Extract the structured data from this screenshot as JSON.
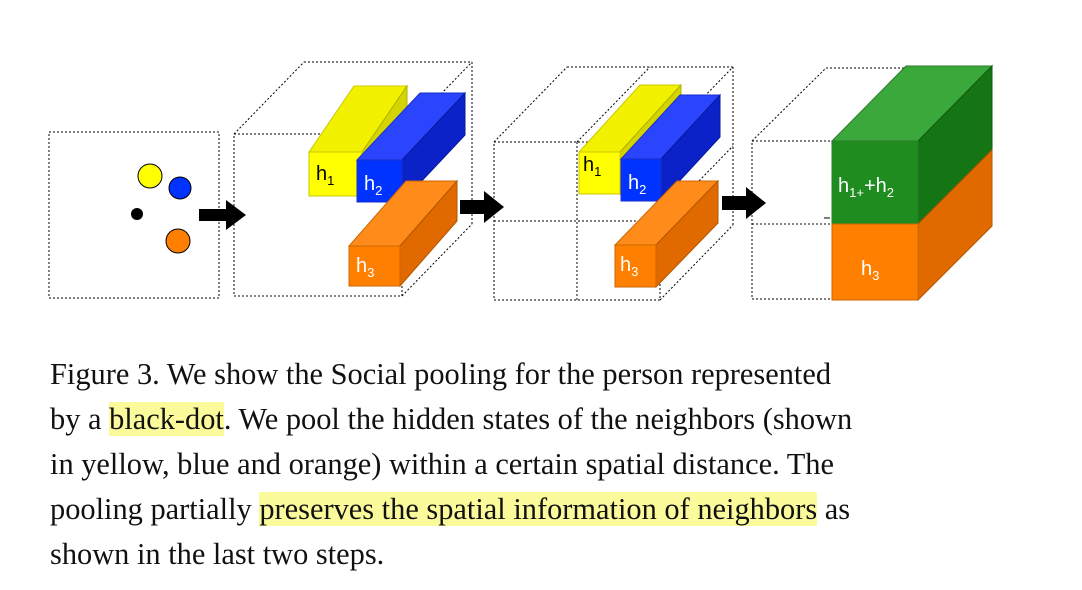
{
  "figure": {
    "colors": {
      "yellow": "#ffff00",
      "blue": "#0033ff",
      "orange": "#ff7f00",
      "green": "#1f8c1f",
      "black": "#000000"
    },
    "cube1": {
      "h1": {
        "base": "h",
        "sub": "1"
      },
      "h2": {
        "base": "h",
        "sub": "2"
      },
      "h3": {
        "base": "h",
        "sub": "3"
      }
    },
    "cube2": {
      "h1": {
        "base": "h",
        "sub": "1"
      },
      "h2": {
        "base": "h",
        "sub": "2"
      },
      "h3": {
        "base": "h",
        "sub": "3"
      }
    },
    "cube3": {
      "top": {
        "base1": "h",
        "sub1": "1+",
        "plus": "+h",
        "sub2": "2"
      },
      "bottom": {
        "base": "h",
        "sub": "3"
      }
    }
  },
  "caption": {
    "line1": "Figure 3. We show the Social pooling for the person represented",
    "line2_pre": "by a ",
    "line2_hl": "black-dot",
    "line2_post": ". We pool the hidden states of the neighbors (shown",
    "line3": "in yellow, blue and orange) within a certain spatial distance. The",
    "line4_pre": "pooling partially ",
    "line4_hl": "preserves the spatial information of neighbors",
    "line4_post": " as",
    "line5": "shown in the last two steps."
  }
}
